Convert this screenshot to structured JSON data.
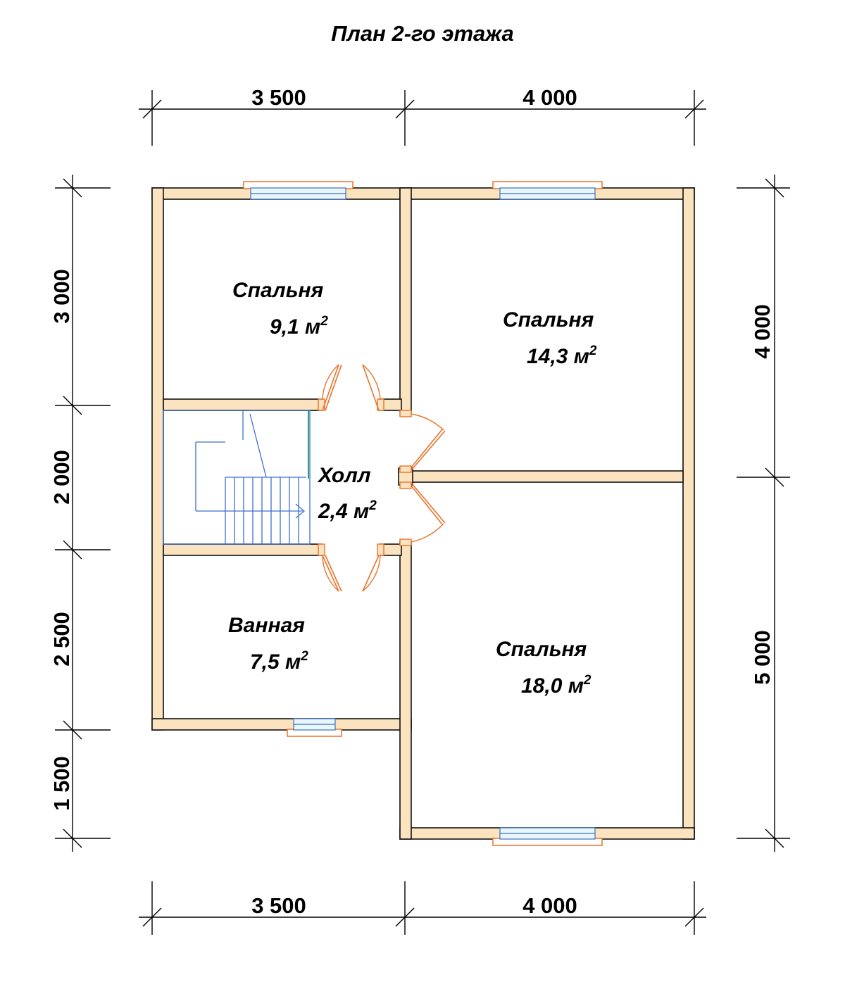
{
  "title": "План 2-го этажа",
  "rooms": [
    {
      "name": "Спальня",
      "area": "9,1 м",
      "sup": "2"
    },
    {
      "name": "Спальня",
      "area": "14,3 м",
      "sup": "2"
    },
    {
      "name": "Холл",
      "area": "2,4 м",
      "sup": "2"
    },
    {
      "name": "Ванная",
      "area": "7,5 м",
      "sup": "2"
    },
    {
      "name": "Спальня",
      "area": "18,0 м",
      "sup": "2"
    }
  ],
  "dimensions": {
    "top": [
      "3 500",
      "4 000"
    ],
    "bottom": [
      "3 500",
      "4 000"
    ],
    "left": [
      "3 000",
      "2 000",
      "2 500",
      "1 500"
    ],
    "right": [
      "4 000",
      "5 000"
    ]
  },
  "colors": {
    "wall_fill": "#fbe3c0",
    "door_window": "#e8732a",
    "stair": "#3c6fd1"
  }
}
